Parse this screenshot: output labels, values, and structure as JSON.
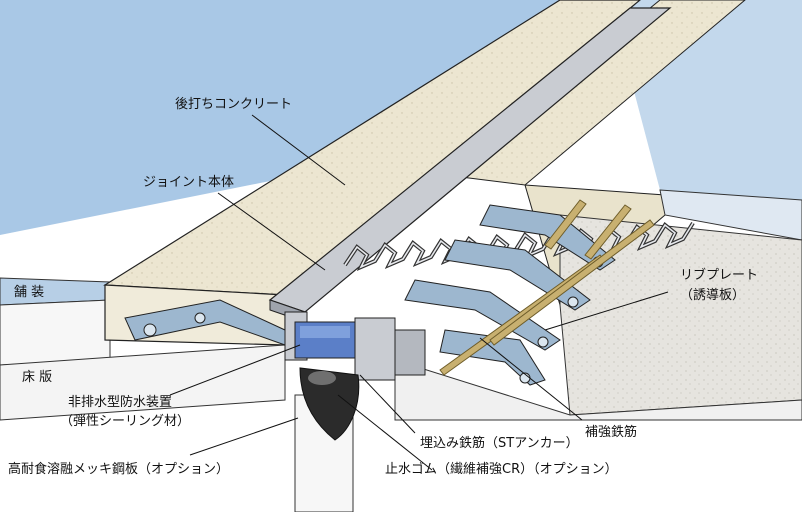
{
  "labels": {
    "atouchi": "後打ちコンクリート",
    "joint": "ジョイント本体",
    "hoso": "舗 装",
    "shoban": "床 版",
    "rib1": "リブプレート",
    "rib2": "（誘導板）",
    "hohai1": "非排水型防水装置",
    "hohai2": "（弾性シーリング材）",
    "hokyo": "補強鉄筋",
    "umekomi": "埋込み鉄筋（STアンカー）",
    "koutai": "高耐食溶融メッキ鋼板（オプション）",
    "shisui": "止水ゴム（繊維補強CR）（オプション）"
  },
  "colors": {
    "sky": "#a9c8e6",
    "concrete": "#e8e1cb",
    "steel": "#c9ccd2",
    "plate_blue": "#9db7cf",
    "rubber": "#2c3e86",
    "rebar": "#c8b070"
  }
}
